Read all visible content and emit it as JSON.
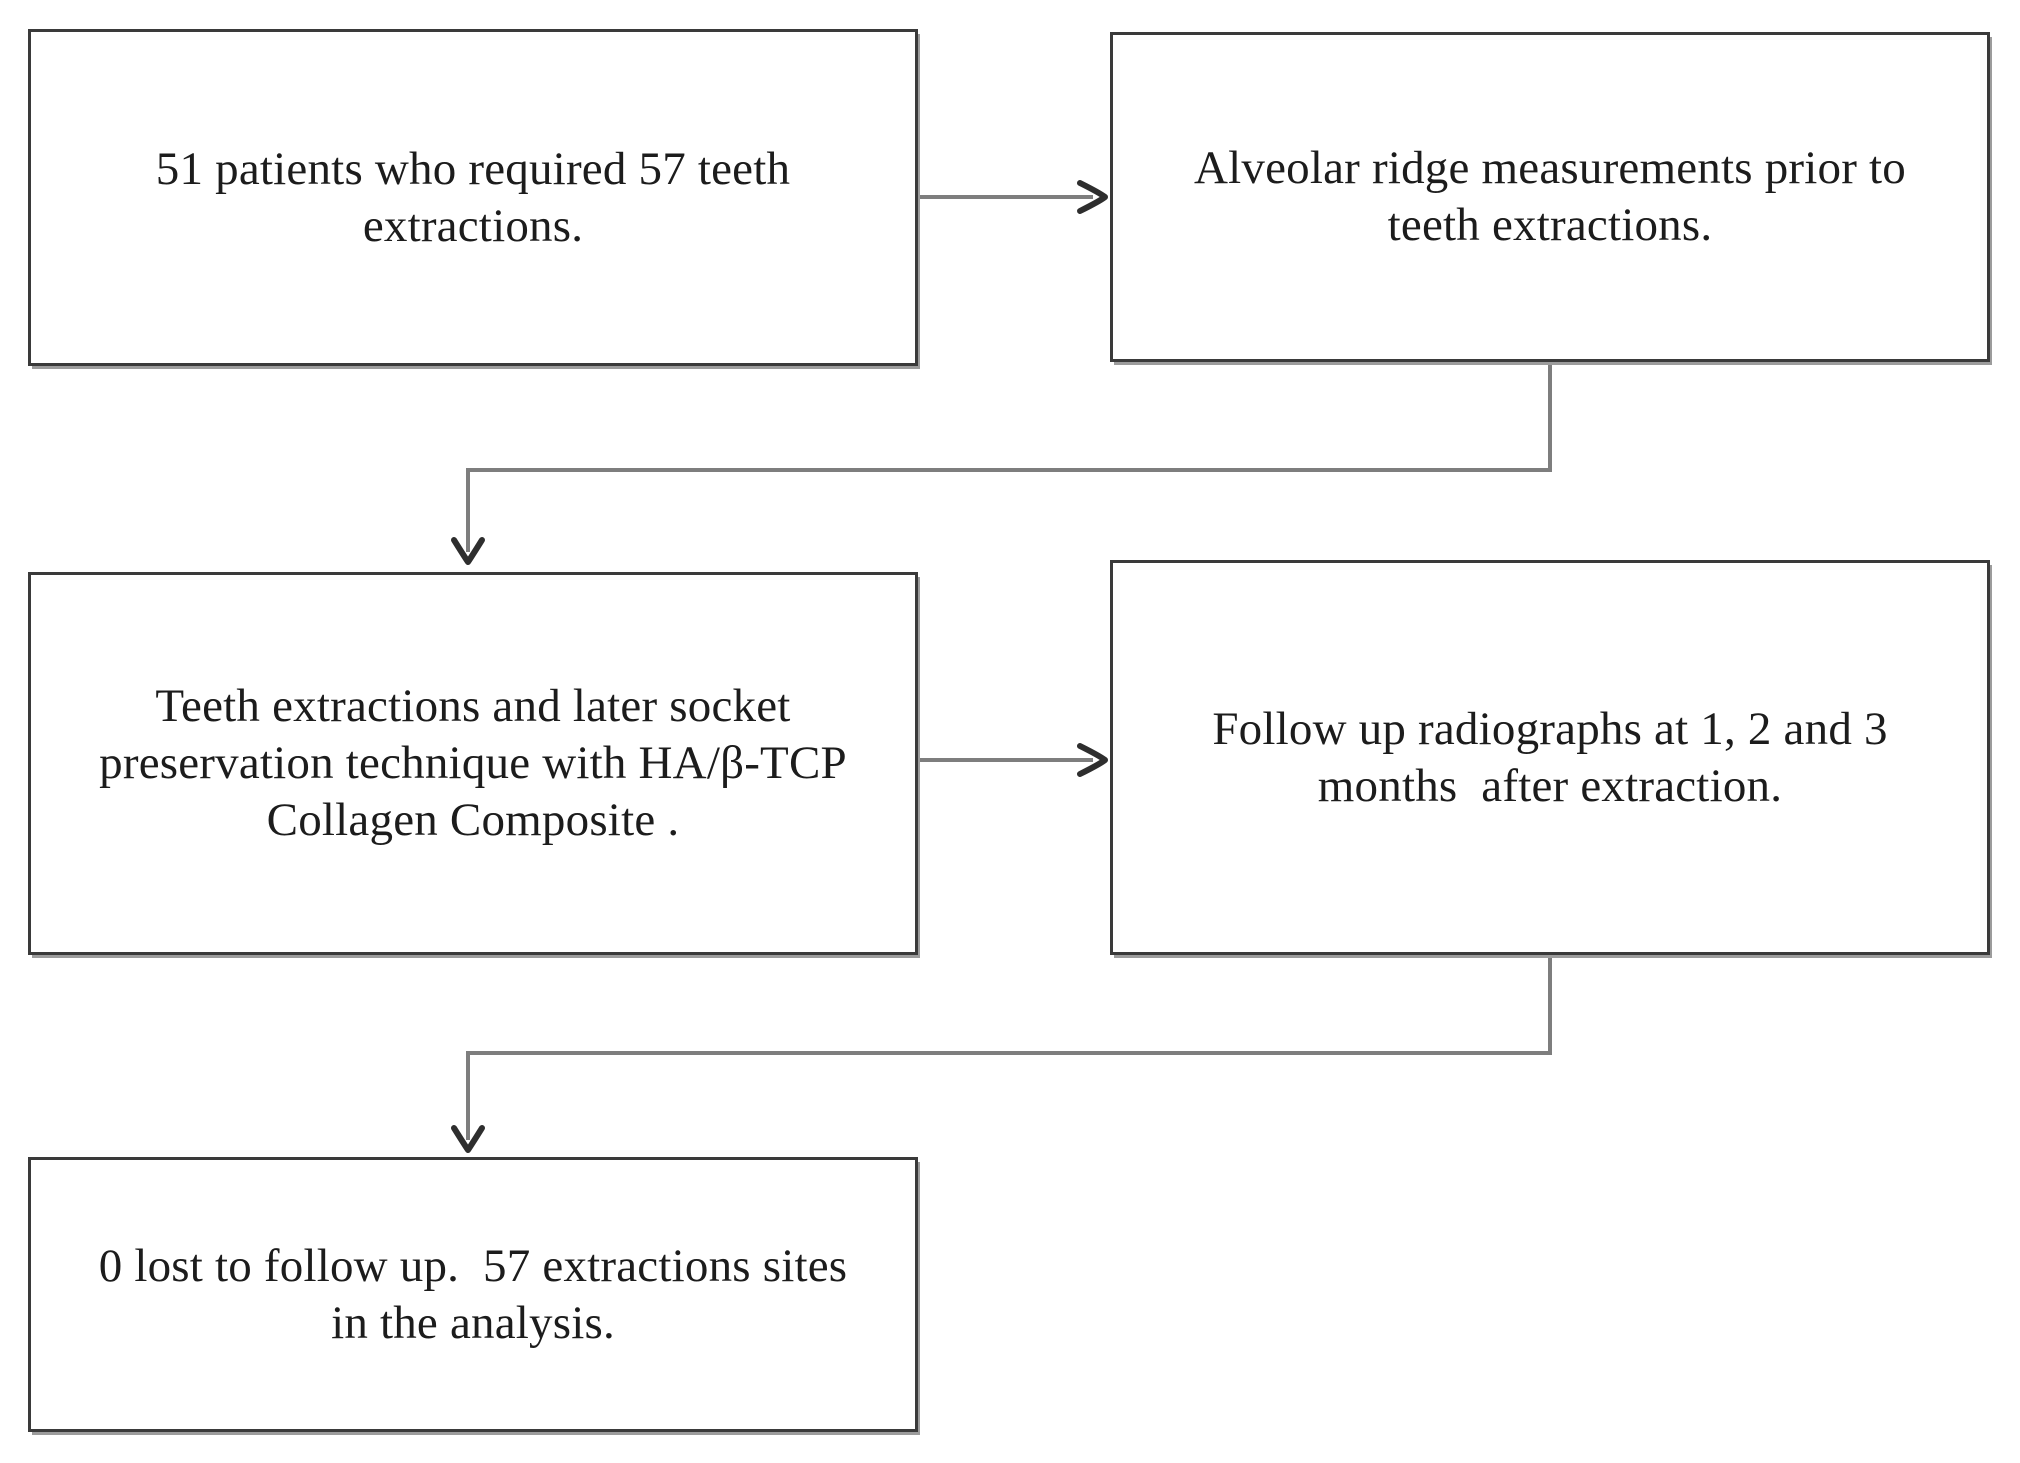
{
  "figure": {
    "type": "flowchart",
    "background": "#ffffff"
  },
  "colors": {
    "box_border": "#3a3a3a",
    "box_fill": "#ffffff",
    "box_shadow": "#9c9c9c",
    "connector_line": "#7e7e7e",
    "arrowhead": "#2e2e2e",
    "text": "#1c1c1c"
  },
  "boxes": [
    {
      "id": "patients",
      "text": "51 patients who required 57 teeth\nextractions."
    },
    {
      "id": "ridge-measurements",
      "text": "Alveolar ridge measurements prior to\nteeth extractions."
    },
    {
      "id": "socket-preservation",
      "text": "Teeth extractions and later socket\npreservation technique with HA/β-TCP\nCollagen Composite ."
    },
    {
      "id": "follow-up",
      "text": "Follow up radiographs at 1, 2 and 3\nmonths  after extraction."
    },
    {
      "id": "analysis",
      "text": "0 lost to follow up.  57 extractions sites\nin the analysis."
    }
  ],
  "connections": [
    {
      "from": "patients",
      "to": "ridge-measurements",
      "style": "straight-arrow-right"
    },
    {
      "from": "ridge-measurements",
      "to": "socket-preservation",
      "style": "elbow-arrow-down"
    },
    {
      "from": "socket-preservation",
      "to": "follow-up",
      "style": "straight-arrow-right"
    },
    {
      "from": "follow-up",
      "to": "analysis",
      "style": "elbow-arrow-down"
    }
  ]
}
